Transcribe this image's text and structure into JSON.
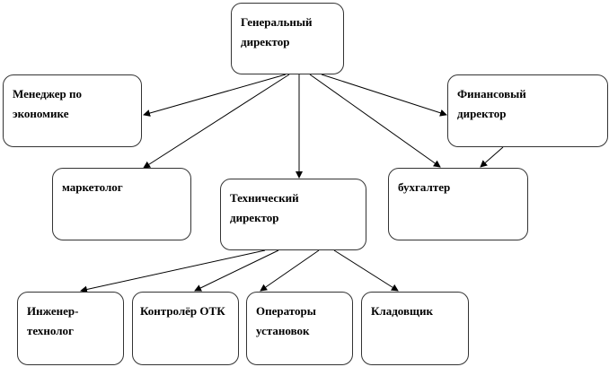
{
  "nodes": {
    "general_director": "Генеральный директор",
    "economics_manager": "Менеджер по экономике",
    "financial_director": "Финансовый директор",
    "marketer": "маркетолог",
    "technical_director": "Технический директор",
    "accountant": "бухгалтер",
    "process_engineer": "Инженер-технолог",
    "qc_inspector": "Контролёр ОТК",
    "equipment_operators": "Операторы установок",
    "storekeeper": "Кладовщик"
  },
  "colors": {
    "line": "#000000",
    "border": "#333333"
  }
}
